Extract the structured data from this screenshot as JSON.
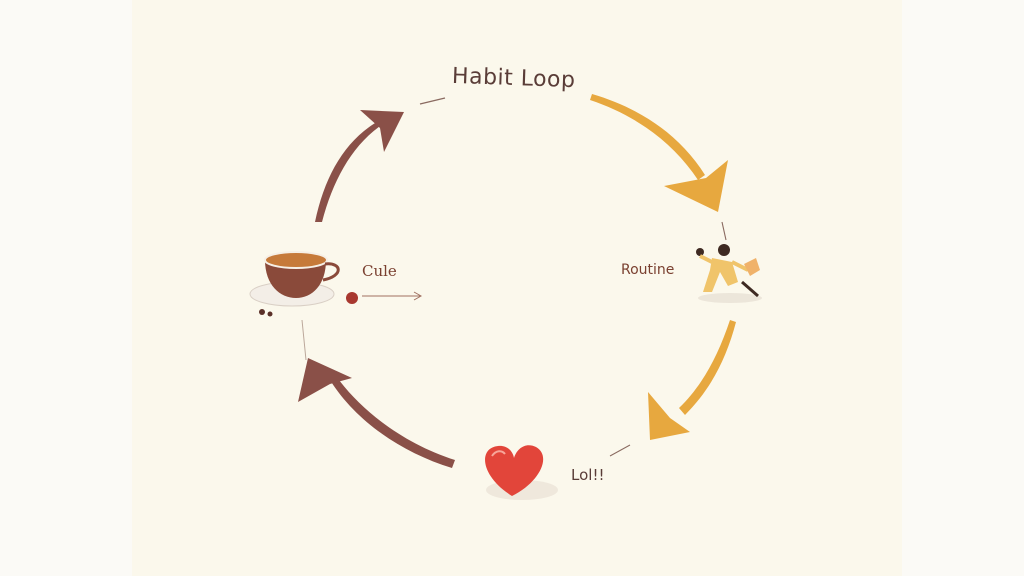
{
  "diagram": {
    "title": "Habit Loop",
    "nodes": {
      "cue": {
        "label": "Cule",
        "icon": "teacup-icon"
      },
      "routine": {
        "label": "Routine",
        "icon": "person-running-icon"
      },
      "reward": {
        "label": "Lol!!",
        "icon": "heart-icon"
      }
    },
    "colors": {
      "warm_arrow": "#e7a83f",
      "brown_arrow": "#8a5048",
      "background": "#fbf8ec",
      "heart": "#e2453a",
      "tea": "#c67a3a"
    }
  }
}
